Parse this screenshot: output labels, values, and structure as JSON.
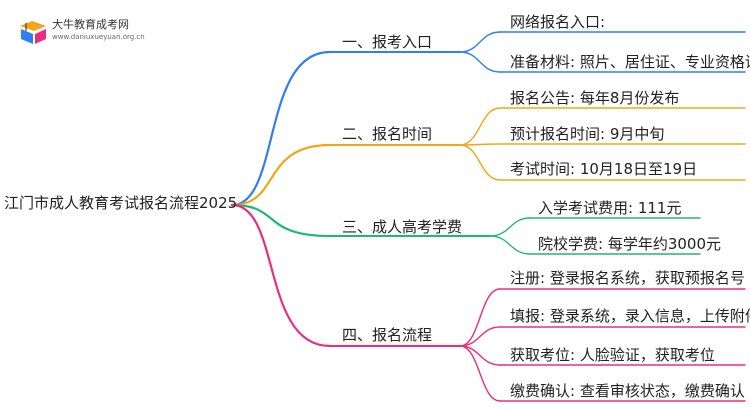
{
  "logo": {
    "name": "大牛教育成考网",
    "url": "www.daniuxueyuan.org.cn"
  },
  "root": "江门市成人教育考试报名流程2025",
  "colors": {
    "blue": "#2e7ff5",
    "orange": "#f2a516",
    "green": "#22b573",
    "pink": "#ee2c7f"
  },
  "branches": [
    {
      "label": "一、报考入口",
      "color": "blue",
      "children": [
        "网络报名入口:",
        "准备材料: 照片、居住证、专业资格证"
      ]
    },
    {
      "label": "二、报名时间",
      "color": "orange",
      "children": [
        "报名公告: 每年8月份发布",
        "预计报名时间: 9月中旬",
        "考试时间: 10月18日至19日"
      ]
    },
    {
      "label": "三、成人高考学费",
      "color": "green",
      "children": [
        "入学考试费用: 111元",
        "院校学费: 每学年约3000元"
      ]
    },
    {
      "label": "四、报名流程",
      "color": "pink",
      "children": [
        "注册: 登录报名系统，获取预报名号",
        "填报: 登录系统，录入信息，上传附件",
        "获取考位: 人脸验证，获取考位",
        "缴费确认: 查看审核状态，缴费确认"
      ]
    }
  ]
}
